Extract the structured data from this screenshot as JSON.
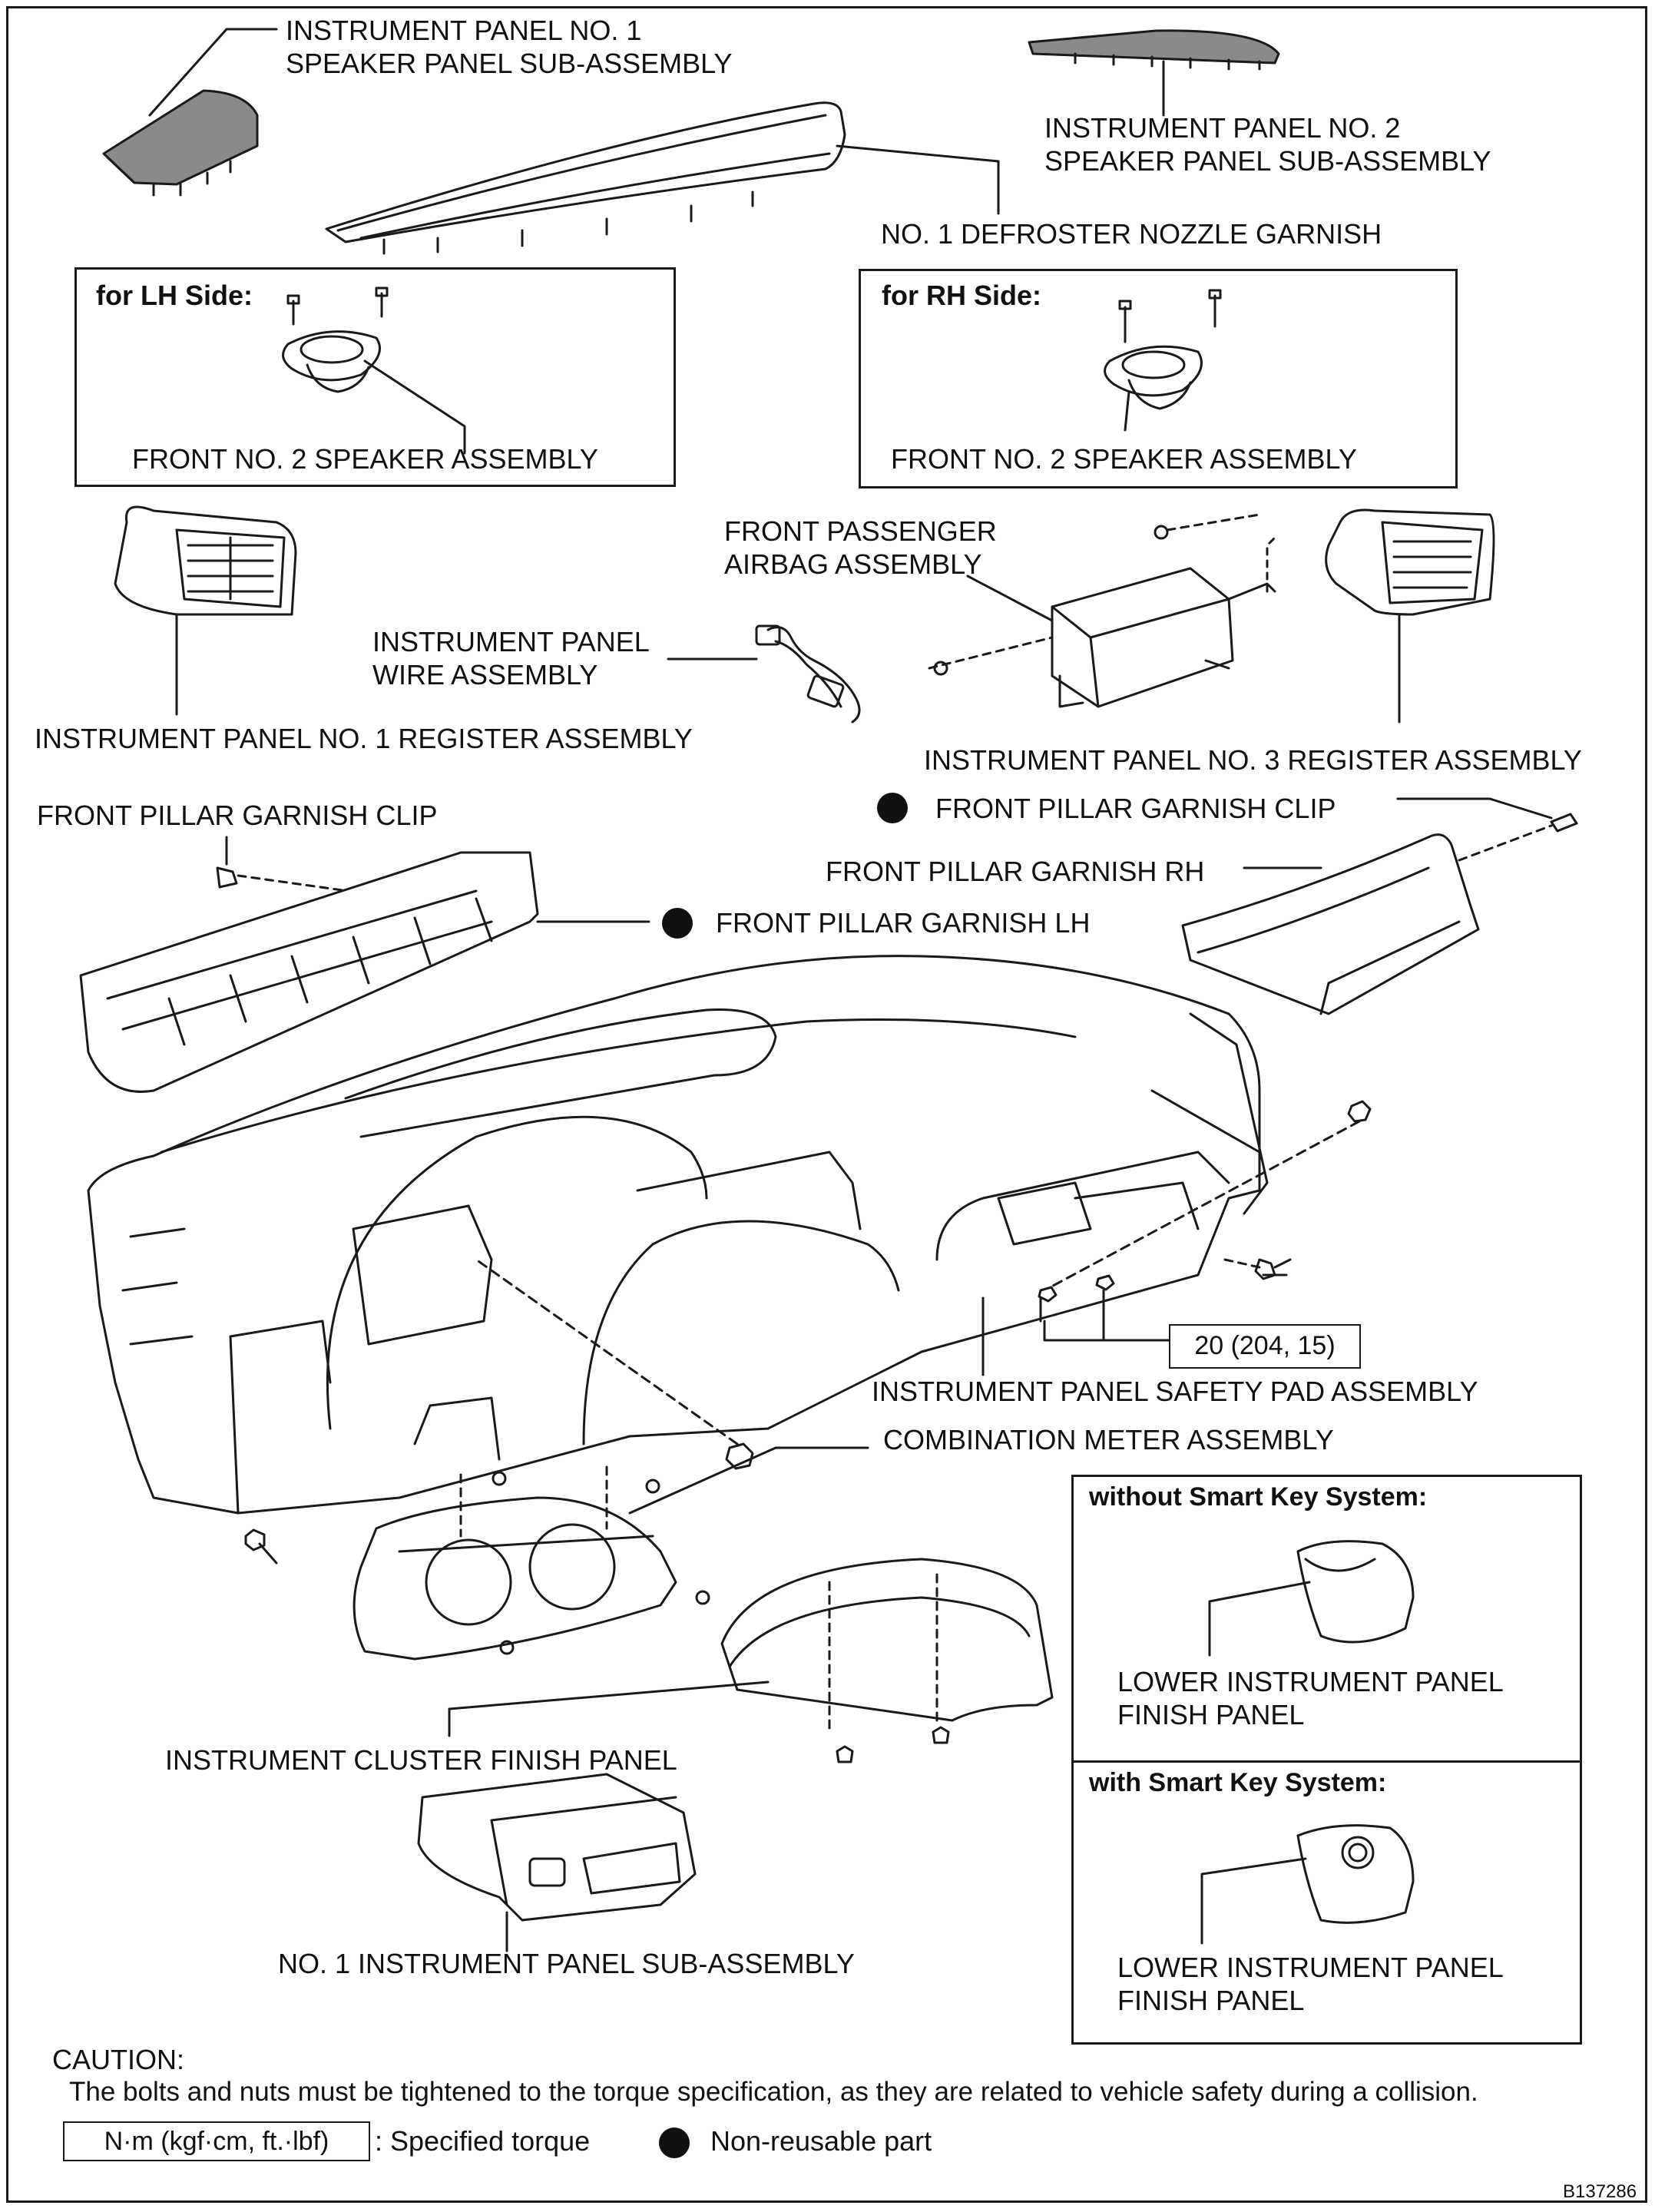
{
  "labels": {
    "speaker_panel_1": [
      "INSTRUMENT PANEL NO. 1",
      "SPEAKER PANEL SUB-ASSEMBLY"
    ],
    "speaker_panel_2": [
      "INSTRUMENT PANEL NO. 2",
      "SPEAKER PANEL SUB-ASSEMBLY"
    ],
    "defroster": "NO. 1 DEFROSTER NOZZLE GARNISH",
    "lh_side_title": "for LH Side:",
    "rh_side_title": "for RH Side:",
    "lh_speaker": "FRONT NO. 2 SPEAKER ASSEMBLY",
    "rh_speaker": "FRONT NO. 2 SPEAKER ASSEMBLY",
    "airbag": [
      "FRONT PASSENGER",
      "AIRBAG ASSEMBLY"
    ],
    "wire": [
      "INSTRUMENT PANEL",
      "WIRE ASSEMBLY"
    ],
    "register_1": "INSTRUMENT PANEL NO. 1 REGISTER ASSEMBLY",
    "register_3": "INSTRUMENT PANEL NO. 3 REGISTER ASSEMBLY",
    "pillar_clip_lh": "FRONT PILLAR GARNISH CLIP",
    "pillar_clip_rh": "FRONT PILLAR GARNISH CLIP",
    "pillar_rh": "FRONT PILLAR GARNISH RH",
    "pillar_lh": "FRONT PILLAR GARNISH LH",
    "torque_value": "20 (204, 15)",
    "safety_pad": "INSTRUMENT PANEL SAFETY PAD ASSEMBLY",
    "combination_meter": "COMBINATION METER ASSEMBLY",
    "without_smart_key": "without Smart Key System:",
    "with_smart_key": "with Smart Key System:",
    "lower_finish_1": [
      "LOWER INSTRUMENT PANEL",
      "FINISH PANEL"
    ],
    "lower_finish_2": [
      "LOWER INSTRUMENT PANEL",
      "FINISH PANEL"
    ],
    "cluster_finish": "INSTRUMENT CLUSTER FINISH PANEL",
    "no1_sub_assembly": "NO. 1 INSTRUMENT PANEL SUB-ASSEMBLY"
  },
  "caution": {
    "title": "CAUTION:",
    "text": "The bolts and nuts must be tightened to the torque specification, as they are related to vehicle safety during a collision."
  },
  "legend": {
    "torque_unit": "N·m (kgf·cm, ft.·lbf)",
    "torque_desc": ": Specified torque",
    "nonreusable_desc": "Non-reusable part"
  },
  "figure_id": "B137286"
}
